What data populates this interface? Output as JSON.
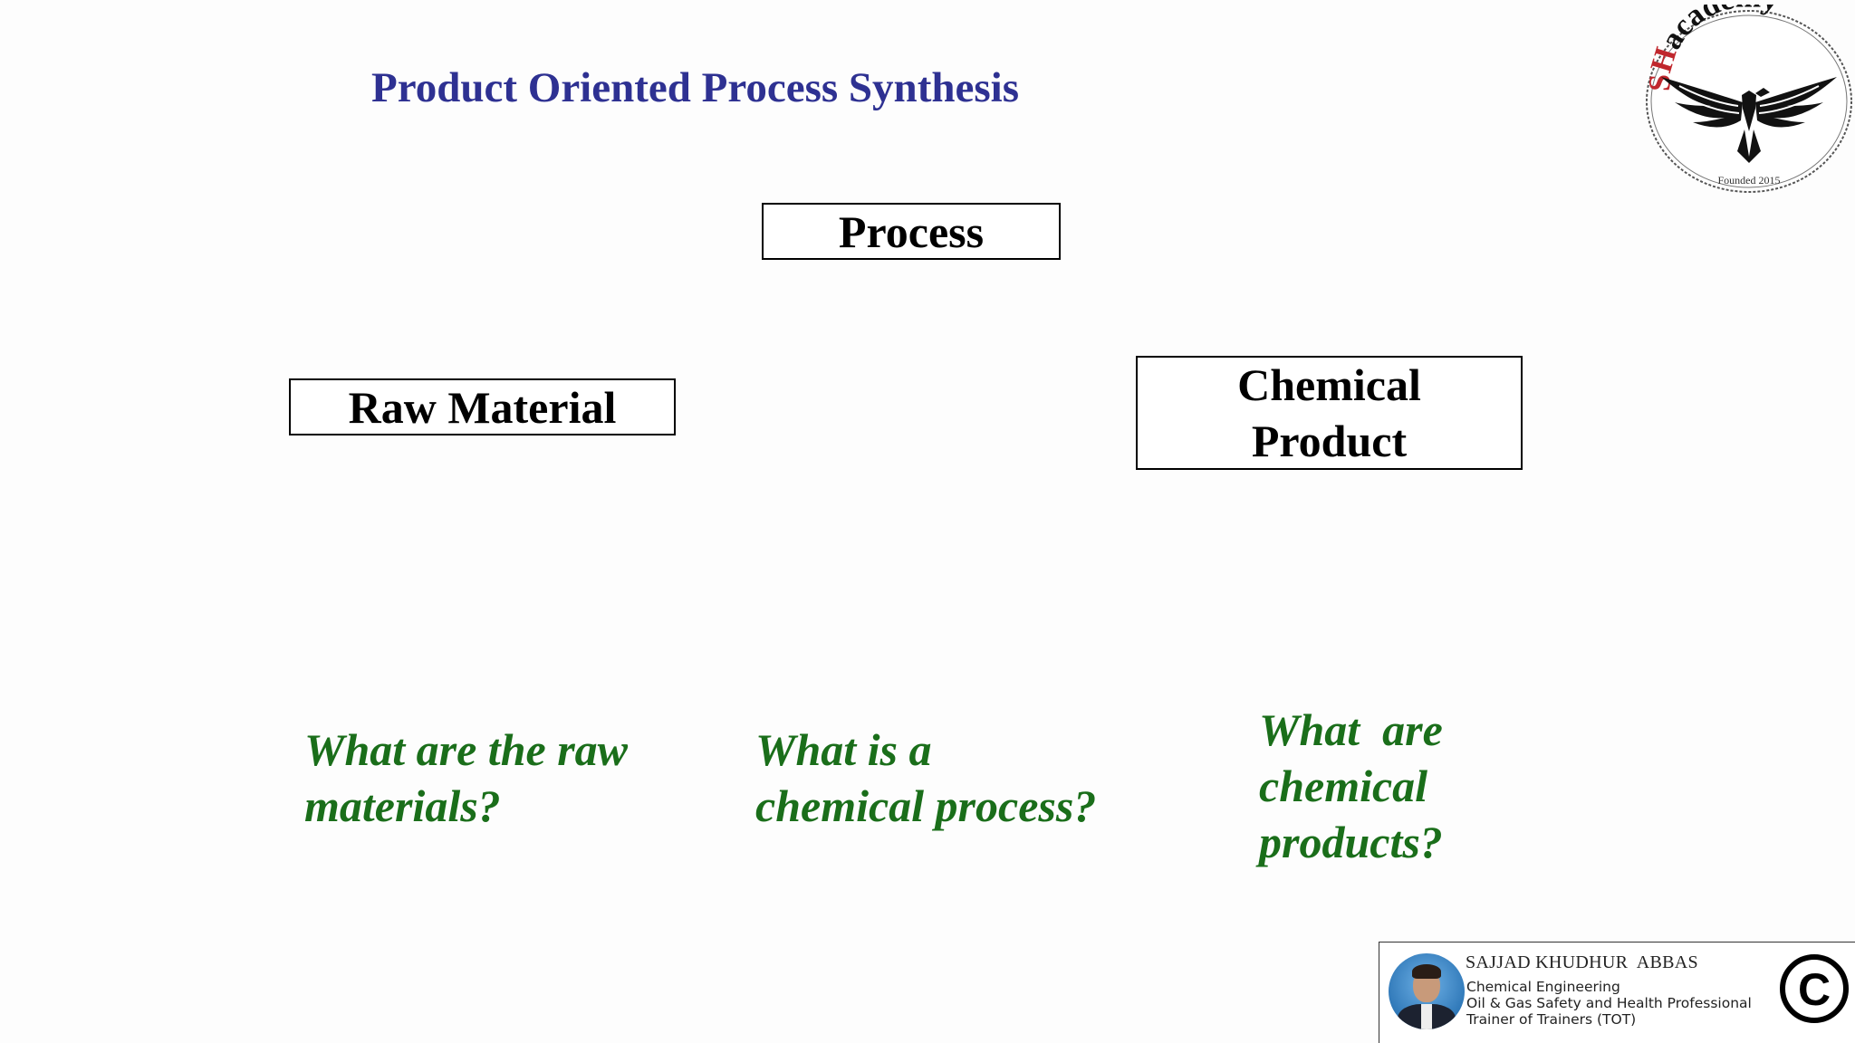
{
  "slide": {
    "title": "Product Oriented Process Synthesis",
    "boxes": {
      "process": "Process",
      "raw_material": "Raw Material",
      "chemical_product_line1": "Chemical",
      "chemical_product_line2": "Product"
    },
    "questions": {
      "raw_line1": "What are the raw",
      "raw_line2": "materials?",
      "process_line1": "What is a",
      "process_line2": "chemical process?",
      "product_line1": "What  are",
      "product_line2": "chemical",
      "product_line3": "products?"
    }
  },
  "logo": {
    "brand_prefix": "SH",
    "brand_suffix": "academy",
    "founded": "Founded 2015",
    "icon": "eagle-icon"
  },
  "footer": {
    "name": "SAJJAD KHUDHUR  ABBAS",
    "role1": "Chemical Engineering",
    "role2": "Oil & Gas Safety and Health Professional",
    "role3": "Trainer of Trainers (TOT)",
    "copyright_symbol": "©"
  },
  "colors": {
    "title": "#2e3192",
    "question": "#1a6e1a",
    "logo_red": "#c0272d"
  }
}
